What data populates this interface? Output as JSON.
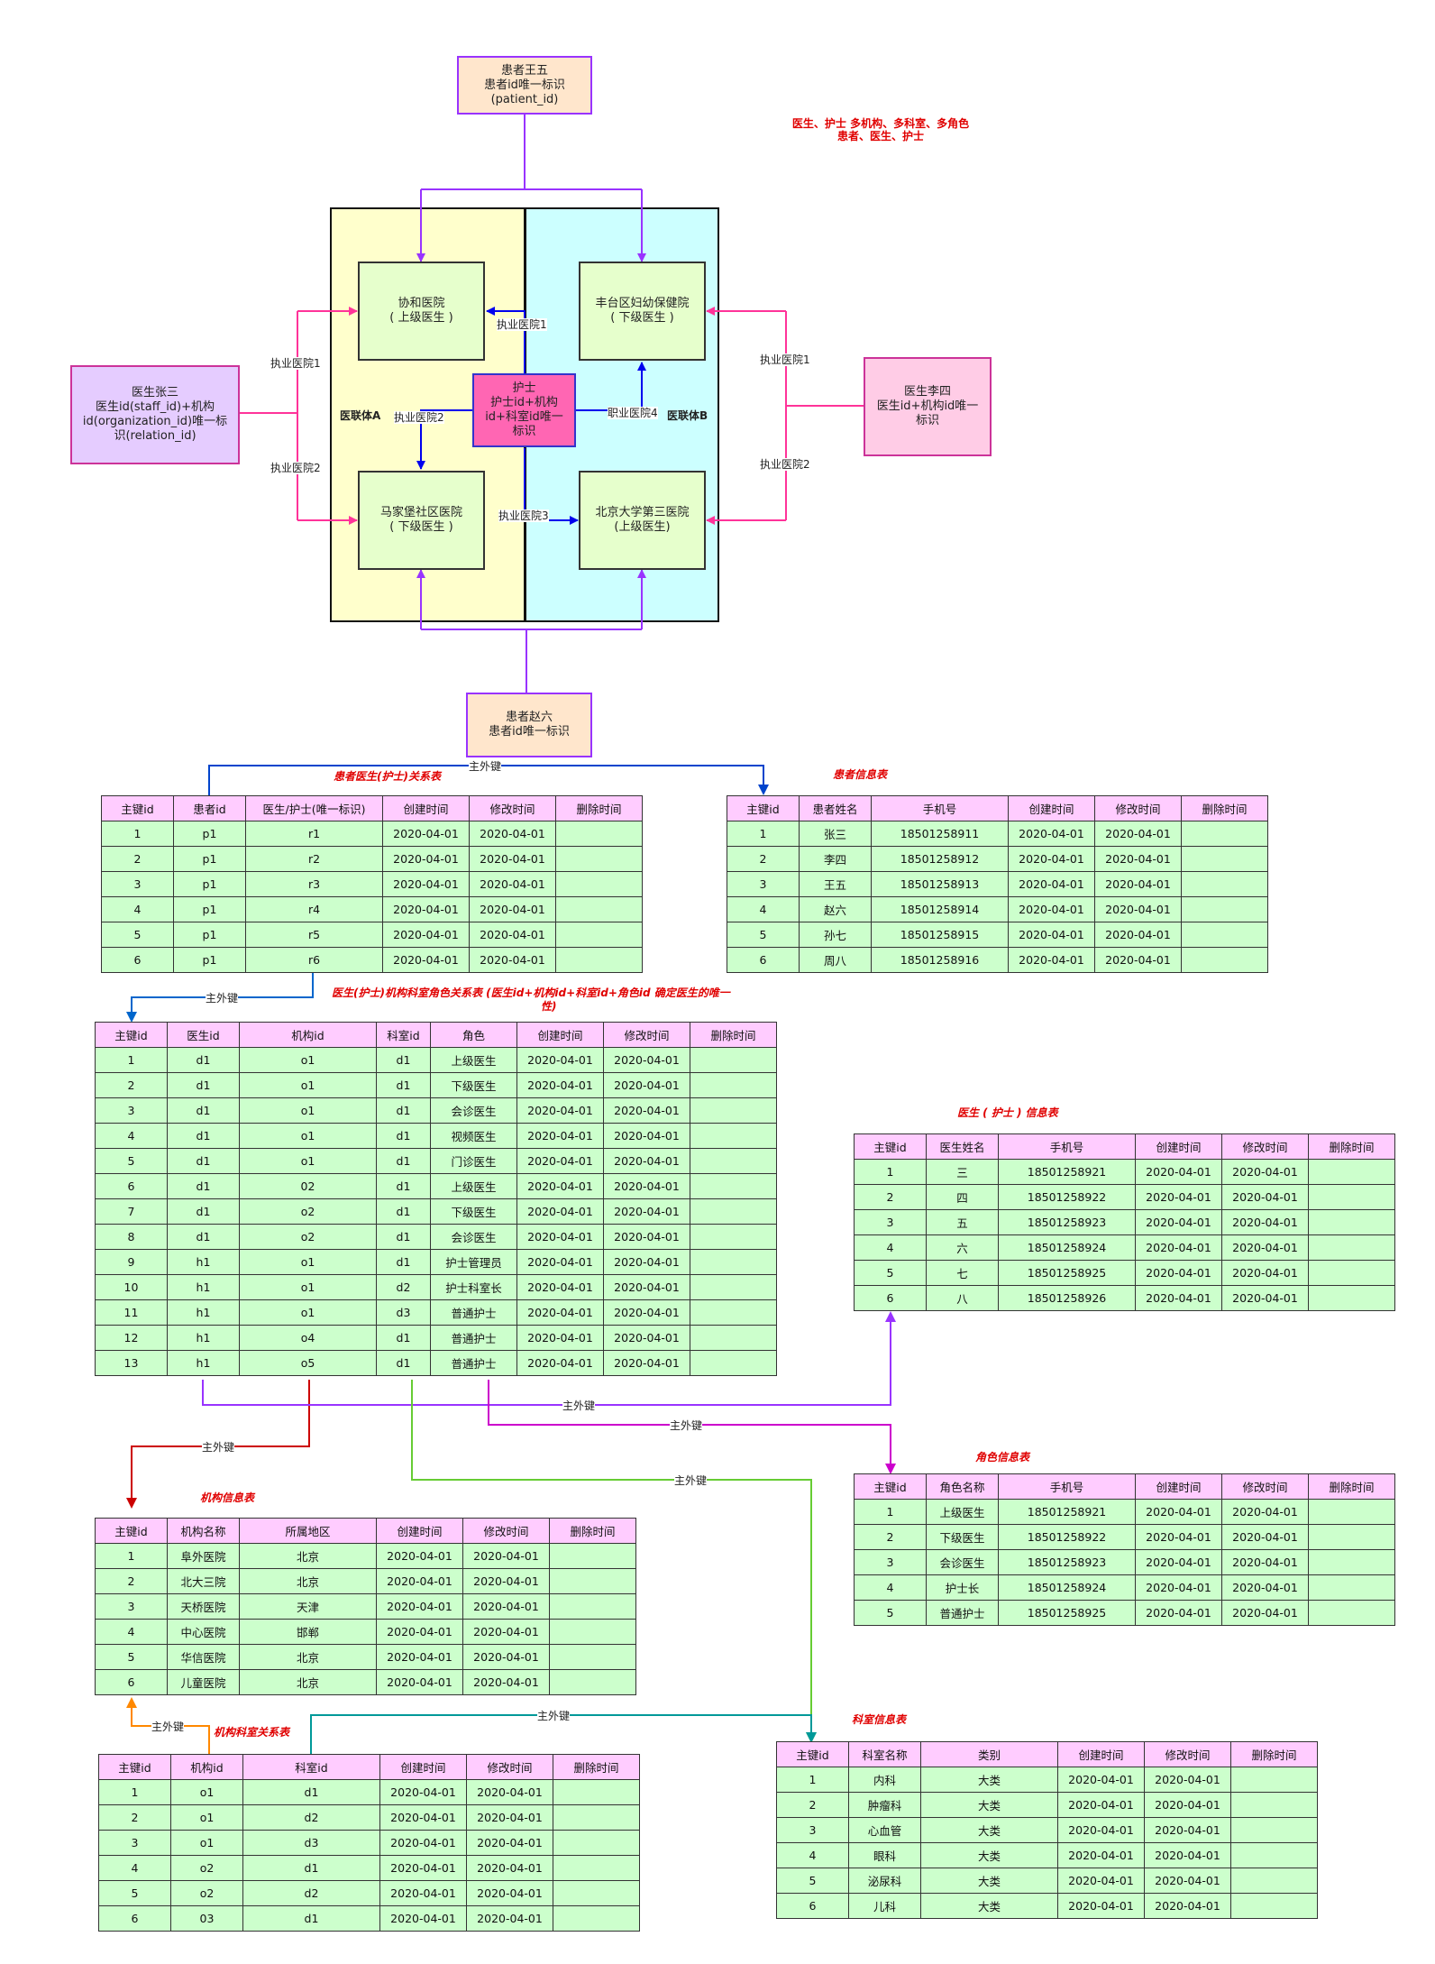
{
  "note": [
    "医生、护士 多机构、多科室、多角色",
    "患者、医生、护士"
  ],
  "clusters": {
    "a": "医联体A",
    "b": "医联体B"
  },
  "nodes": {
    "wangwu": [
      "患者王五",
      "患者id唯一标识",
      "(patient_id)"
    ],
    "zhaoliu": [
      "患者赵六",
      "患者id唯一标识"
    ],
    "zhangsan": [
      "医生张三",
      "医生id(staff_id)+机构",
      "id(organization_id)唯一标",
      "识(relation_id)"
    ],
    "lisi": [
      "医生李四",
      "医生id+机构id唯一",
      "标识"
    ],
    "xiehe": [
      "协和医院",
      "( 上级医生 )"
    ],
    "fengtai": [
      "丰台区妇幼保健院",
      "( 下级医生 )"
    ],
    "majiapu": [
      "马家堡社区医院",
      "( 下级医生 )"
    ],
    "beida": [
      "北京大学第三医院",
      "(上级医生)"
    ],
    "nurse": [
      "护士",
      "护士id+机构",
      "id+科室id唯一",
      "标识"
    ]
  },
  "edge_labels": {
    "zs1": "执业医院1",
    "zs2": "执业医院2",
    "ls1": "执业医院1",
    "ls2": "执业医院2",
    "n1": "执业医院1",
    "n2": "执业医院2",
    "n3": "执业医院3",
    "n4": "职业医院4",
    "fk": "主外键"
  },
  "tables": {
    "rel": {
      "title": "患者医生(护士)关系表",
      "headers": [
        "主键id",
        "患者id",
        "医生/护士(唯一标识)",
        "创建时间",
        "修改时间",
        "删除时间"
      ],
      "rows": [
        [
          "1",
          "p1",
          "r1",
          "2020-04-01",
          "2020-04-01",
          ""
        ],
        [
          "2",
          "p1",
          "r2",
          "2020-04-01",
          "2020-04-01",
          ""
        ],
        [
          "3",
          "p1",
          "r3",
          "2020-04-01",
          "2020-04-01",
          ""
        ],
        [
          "4",
          "p1",
          "r4",
          "2020-04-01",
          "2020-04-01",
          ""
        ],
        [
          "5",
          "p1",
          "r5",
          "2020-04-01",
          "2020-04-01",
          ""
        ],
        [
          "6",
          "p1",
          "r6",
          "2020-04-01",
          "2020-04-01",
          ""
        ]
      ]
    },
    "patient": {
      "title": "患者信息表",
      "headers": [
        "主键id",
        "患者姓名",
        "手机号",
        "创建时间",
        "修改时间",
        "删除时间"
      ],
      "rows": [
        [
          "1",
          "张三",
          "18501258911",
          "2020-04-01",
          "2020-04-01",
          ""
        ],
        [
          "2",
          "李四",
          "18501258912",
          "2020-04-01",
          "2020-04-01",
          ""
        ],
        [
          "3",
          "王五",
          "18501258913",
          "2020-04-01",
          "2020-04-01",
          ""
        ],
        [
          "4",
          "赵六",
          "18501258914",
          "2020-04-01",
          "2020-04-01",
          ""
        ],
        [
          "5",
          "孙七",
          "18501258915",
          "2020-04-01",
          "2020-04-01",
          ""
        ],
        [
          "6",
          "周八",
          "18501258916",
          "2020-04-01",
          "2020-04-01",
          ""
        ]
      ]
    },
    "docorg": {
      "title": [
        "医生(护士)机构科室角色关系表    (医生id+机构id+科室id+角色id 确定医生的唯一",
        "性)"
      ],
      "headers": [
        "主键id",
        "医生id",
        "机构id",
        "科室id",
        "角色",
        "创建时间",
        "修改时间",
        "删除时间"
      ],
      "rows": [
        [
          "1",
          "d1",
          "o1",
          "d1",
          "上级医生",
          "2020-04-01",
          "2020-04-01",
          ""
        ],
        [
          "2",
          "d1",
          "o1",
          "d1",
          "下级医生",
          "2020-04-01",
          "2020-04-01",
          ""
        ],
        [
          "3",
          "d1",
          "o1",
          "d1",
          "会诊医生",
          "2020-04-01",
          "2020-04-01",
          ""
        ],
        [
          "4",
          "d1",
          "o1",
          "d1",
          "视频医生",
          "2020-04-01",
          "2020-04-01",
          ""
        ],
        [
          "5",
          "d1",
          "o1",
          "d1",
          "门诊医生",
          "2020-04-01",
          "2020-04-01",
          ""
        ],
        [
          "6",
          "d1",
          "02",
          "d1",
          "上级医生",
          "2020-04-01",
          "2020-04-01",
          ""
        ],
        [
          "7",
          "d1",
          "o2",
          "d1",
          "下级医生",
          "2020-04-01",
          "2020-04-01",
          ""
        ],
        [
          "8",
          "d1",
          "o2",
          "d1",
          "会诊医生",
          "2020-04-01",
          "2020-04-01",
          ""
        ],
        [
          "9",
          "h1",
          "o1",
          "d1",
          "护士管理员",
          "2020-04-01",
          "2020-04-01",
          ""
        ],
        [
          "10",
          "h1",
          "o1",
          "d2",
          "护士科室长",
          "2020-04-01",
          "2020-04-01",
          ""
        ],
        [
          "11",
          "h1",
          "o1",
          "d3",
          "普通护士",
          "2020-04-01",
          "2020-04-01",
          ""
        ],
        [
          "12",
          "h1",
          "o4",
          "d1",
          "普通护士",
          "2020-04-01",
          "2020-04-01",
          ""
        ],
        [
          "13",
          "h1",
          "o5",
          "d1",
          "普通护士",
          "2020-04-01",
          "2020-04-01",
          ""
        ]
      ]
    },
    "doctor": {
      "title": "医生 ( 护士 ) 信息表",
      "headers": [
        "主键id",
        "医生姓名",
        "手机号",
        "创建时间",
        "修改时间",
        "删除时间"
      ],
      "rows": [
        [
          "1",
          "三",
          "18501258921",
          "2020-04-01",
          "2020-04-01",
          ""
        ],
        [
          "2",
          "四",
          "18501258922",
          "2020-04-01",
          "2020-04-01",
          ""
        ],
        [
          "3",
          "五",
          "18501258923",
          "2020-04-01",
          "2020-04-01",
          ""
        ],
        [
          "4",
          "六",
          "18501258924",
          "2020-04-01",
          "2020-04-01",
          ""
        ],
        [
          "5",
          "七",
          "18501258925",
          "2020-04-01",
          "2020-04-01",
          ""
        ],
        [
          "6",
          "八",
          "18501258926",
          "2020-04-01",
          "2020-04-01",
          ""
        ]
      ]
    },
    "role": {
      "title": "角色信息表",
      "headers": [
        "主键id",
        "角色名称",
        "手机号",
        "创建时间",
        "修改时间",
        "删除时间"
      ],
      "rows": [
        [
          "1",
          "上级医生",
          "18501258921",
          "2020-04-01",
          "2020-04-01",
          ""
        ],
        [
          "2",
          "下级医生",
          "18501258922",
          "2020-04-01",
          "2020-04-01",
          ""
        ],
        [
          "3",
          "会诊医生",
          "18501258923",
          "2020-04-01",
          "2020-04-01",
          ""
        ],
        [
          "4",
          "护士长",
          "18501258924",
          "2020-04-01",
          "2020-04-01",
          ""
        ],
        [
          "5",
          "普通护士",
          "18501258925",
          "2020-04-01",
          "2020-04-01",
          ""
        ]
      ]
    },
    "org": {
      "title": "机构信息表",
      "headers": [
        "主键id",
        "机构名称",
        "所属地区",
        "创建时间",
        "修改时间",
        "删除时间"
      ],
      "rows": [
        [
          "1",
          "阜外医院",
          "北京",
          "2020-04-01",
          "2020-04-01",
          ""
        ],
        [
          "2",
          "北大三院",
          "北京",
          "2020-04-01",
          "2020-04-01",
          ""
        ],
        [
          "3",
          "天桥医院",
          "天津",
          "2020-04-01",
          "2020-04-01",
          ""
        ],
        [
          "4",
          "中心医院",
          "邯郸",
          "2020-04-01",
          "2020-04-01",
          ""
        ],
        [
          "5",
          "华信医院",
          "北京",
          "2020-04-01",
          "2020-04-01",
          ""
        ],
        [
          "6",
          "儿童医院",
          "北京",
          "2020-04-01",
          "2020-04-01",
          ""
        ]
      ]
    },
    "orgdept": {
      "title": "机构科室关系表",
      "headers": [
        "主键id",
        "机构id",
        "科室id",
        "创建时间",
        "修改时间",
        "删除时间"
      ],
      "rows": [
        [
          "1",
          "o1",
          "d1",
          "2020-04-01",
          "2020-04-01",
          ""
        ],
        [
          "2",
          "o1",
          "d2",
          "2020-04-01",
          "2020-04-01",
          ""
        ],
        [
          "3",
          "o1",
          "d3",
          "2020-04-01",
          "2020-04-01",
          ""
        ],
        [
          "4",
          "o2",
          "d1",
          "2020-04-01",
          "2020-04-01",
          ""
        ],
        [
          "5",
          "o2",
          "d2",
          "2020-04-01",
          "2020-04-01",
          ""
        ],
        [
          "6",
          "03",
          "d1",
          "2020-04-01",
          "2020-04-01",
          ""
        ]
      ]
    },
    "dept": {
      "title": "科室信息表",
      "headers": [
        "主键id",
        "科室名称",
        "类别",
        "创建时间",
        "修改时间",
        "删除时间"
      ],
      "rows": [
        [
          "1",
          "内科",
          "大类",
          "2020-04-01",
          "2020-04-01",
          ""
        ],
        [
          "2",
          "肿瘤科",
          "大类",
          "2020-04-01",
          "2020-04-01",
          ""
        ],
        [
          "3",
          "心血管",
          "大类",
          "2020-04-01",
          "2020-04-01",
          ""
        ],
        [
          "4",
          "眼科",
          "大类",
          "2020-04-01",
          "2020-04-01",
          ""
        ],
        [
          "5",
          "泌尿科",
          "大类",
          "2020-04-01",
          "2020-04-01",
          ""
        ],
        [
          "6",
          "儿科",
          "大类",
          "2020-04-01",
          "2020-04-01",
          ""
        ]
      ]
    }
  }
}
